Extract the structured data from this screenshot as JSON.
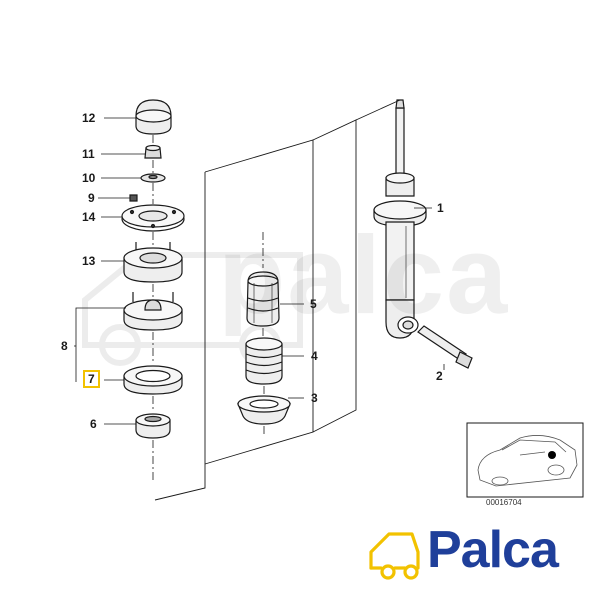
{
  "diagram": {
    "callouts": [
      {
        "id": "c12",
        "label": "12"
      },
      {
        "id": "c11",
        "label": "11"
      },
      {
        "id": "c10",
        "label": "10"
      },
      {
        "id": "c9",
        "label": "9"
      },
      {
        "id": "c14",
        "label": "14"
      },
      {
        "id": "c13",
        "label": "13"
      },
      {
        "id": "c8",
        "label": "8"
      },
      {
        "id": "c7",
        "label": "7",
        "highlighted": true
      },
      {
        "id": "c6",
        "label": "6"
      },
      {
        "id": "c5",
        "label": "5"
      },
      {
        "id": "c4",
        "label": "4"
      },
      {
        "id": "c3",
        "label": "3"
      },
      {
        "id": "c1",
        "label": "1"
      },
      {
        "id": "c2",
        "label": "2"
      }
    ],
    "inset_reference": "00016704",
    "highlight_color": "#f2c200"
  },
  "brand": {
    "name": "Palca",
    "watermark": "palca",
    "logo_icon": "car-outline-icon",
    "text_color": "#1f3f9a",
    "icon_color": "#f2c200"
  }
}
